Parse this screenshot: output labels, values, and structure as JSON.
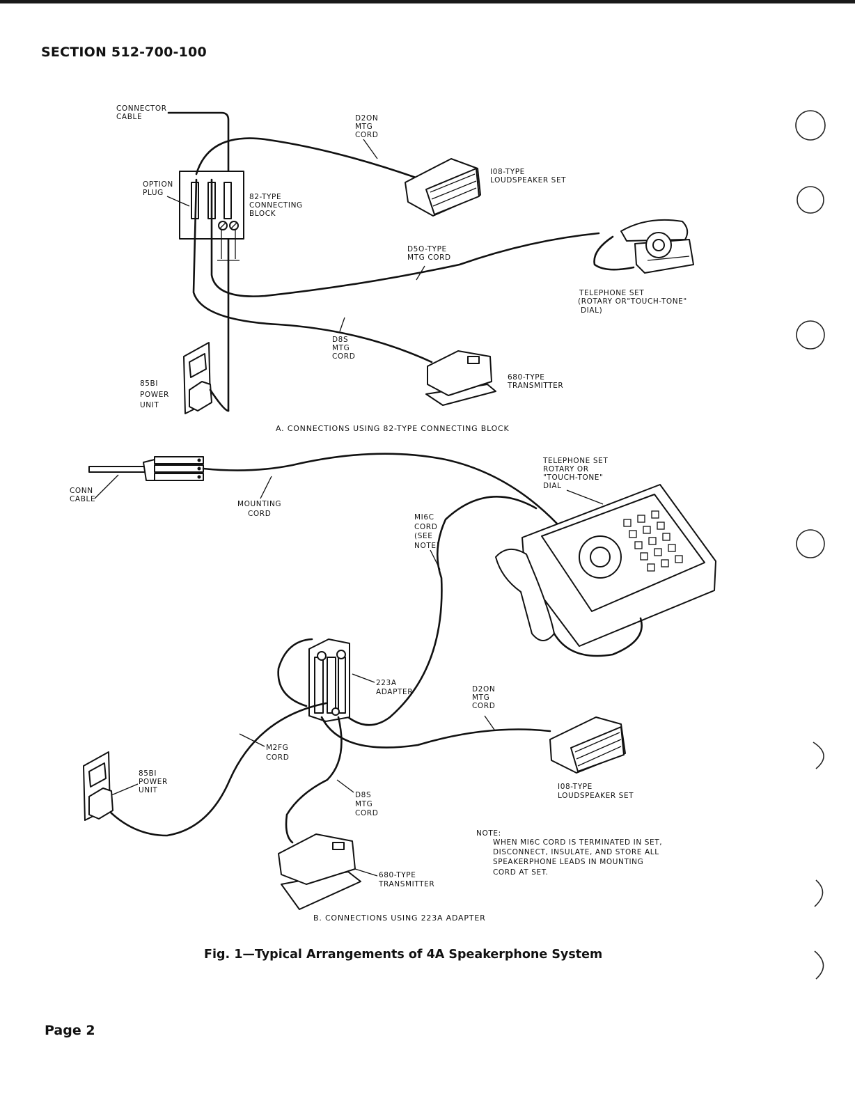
{
  "header": {
    "section": "SECTION 512-700-100"
  },
  "footer": {
    "page": "Page 2"
  },
  "figure": {
    "caption": "Fig. 1—Typical Arrangements of 4A Speakerphone System",
    "part_a": {
      "subcaption": "A. CONNECTIONS USING 82-TYPE CONNECTING BLOCK",
      "labels": {
        "connector_cable": [
          "CONNECTOR",
          "CABLE"
        ],
        "option_plug": [
          "OPTION",
          "PLUG"
        ],
        "connecting_block": [
          "82-TYPE",
          "CONNECTING",
          "BLOCK"
        ],
        "d20n_cord": [
          "D2ON",
          "MTG",
          "CORD"
        ],
        "loudspeaker": [
          "I08-TYPE",
          "LOUDSPEAKER SET"
        ],
        "d50_cord": [
          "D5O-TYPE",
          "MTG CORD"
        ],
        "telephone": [
          "TELEPHONE  SET",
          "(ROTARY OR\"TOUCH-TONE\"",
          "DIAL)"
        ],
        "d8s_cord": [
          "D8S",
          "MTG",
          "CORD"
        ],
        "transmitter": [
          "680-TYPE",
          "TRANSMITTER"
        ],
        "power_unit": [
          "85BI",
          "POWER",
          "UNIT"
        ]
      }
    },
    "part_b": {
      "subcaption": "B. CONNECTIONS USING 223A ADAPTER",
      "labels": {
        "conn_cable": [
          "CONN",
          "CABLE"
        ],
        "mounting_cord": [
          "MOUNTING",
          "CORD"
        ],
        "telephone": [
          "TELEPHONE SET",
          "ROTARY  OR",
          "\"TOUCH-TONE\"",
          "DIAL"
        ],
        "m16c_cord": [
          "MI6C",
          "CORD",
          "(SEE",
          "NOTE)"
        ],
        "adapter": [
          "223A",
          "ADAPTER"
        ],
        "d20n_cord": [
          "D2ON",
          "MTG",
          "CORD"
        ],
        "m2fg_cord": [
          "M2FG",
          "CORD"
        ],
        "power_unit": [
          "85BI",
          "POWER",
          "UNIT"
        ],
        "loudspeaker": [
          "I08-TYPE",
          "LOUDSPEAKER SET"
        ],
        "d8s_cord": [
          "D8S",
          "MTG",
          "CORD"
        ],
        "transmitter": [
          "680-TYPE",
          "TRANSMITTER"
        ],
        "note_title": "NOTE:",
        "note_lines": [
          "WHEN MI6C CORD IS TERMINATED IN SET,",
          "DISCONNECT, INSULATE, AND STORE ALL",
          "SPEAKERPHONE LEADS IN MOUNTING",
          "CORD AT SET."
        ]
      }
    }
  }
}
